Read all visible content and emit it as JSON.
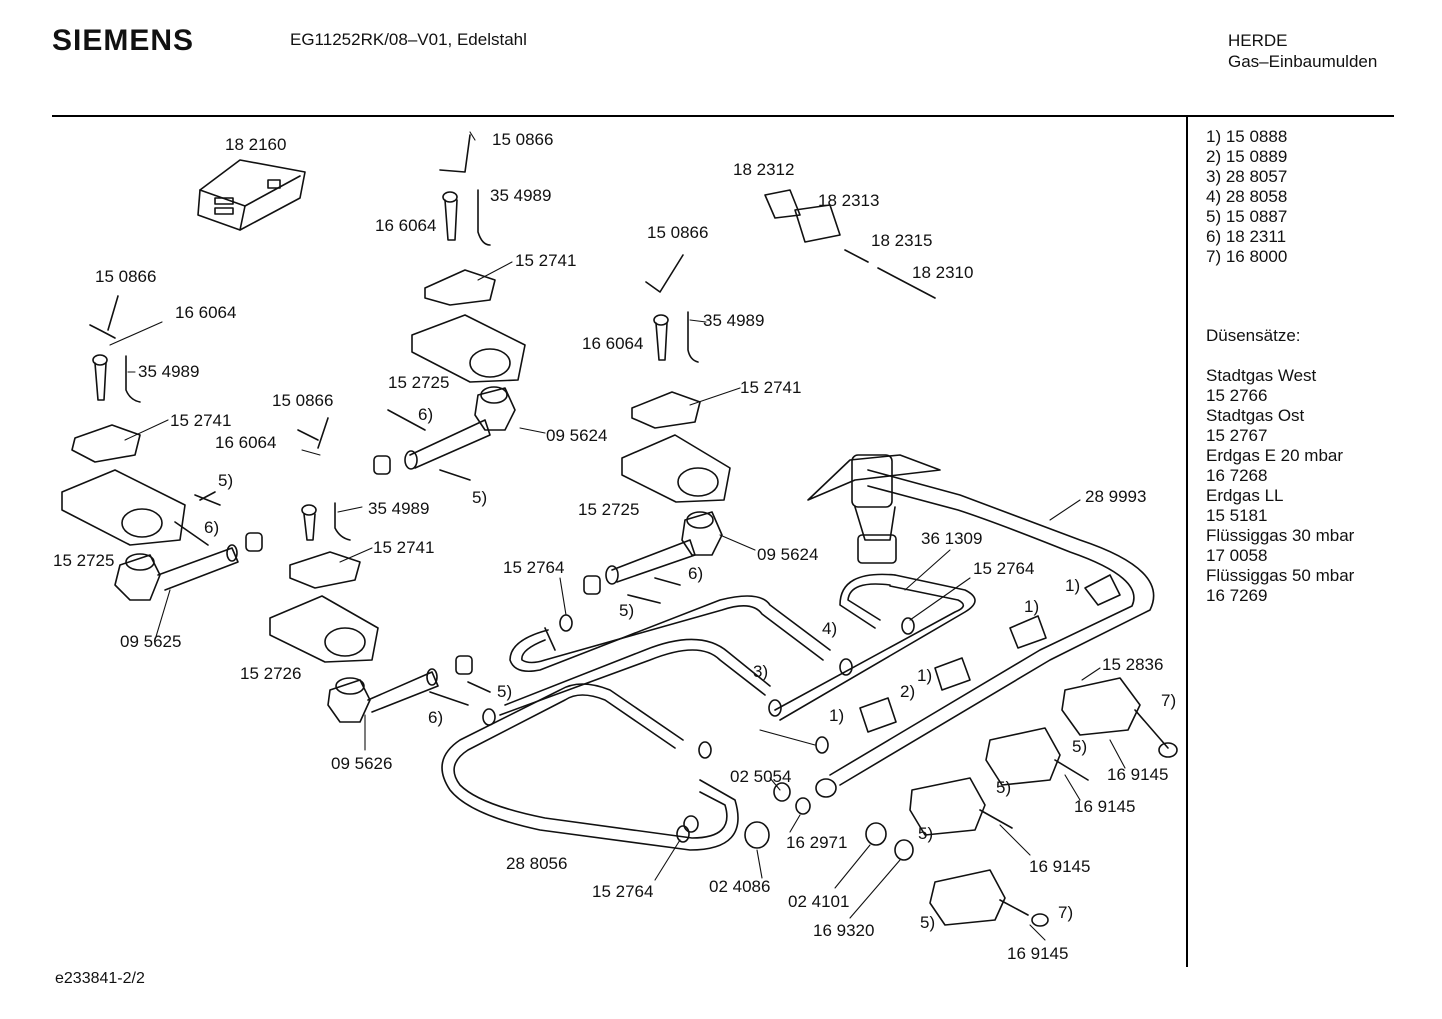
{
  "header": {
    "brand": "SIEMENS",
    "model": "EG11252RK/08–V01, Edelstahl",
    "category_line1": "HERDE",
    "category_line2": "Gas–Einbaumulden"
  },
  "side_panel": {
    "notes": [
      "1)  15 0888",
      "2)  15 0889",
      "3)  28 8057",
      "4)  28 8058",
      "5)  15 0887",
      "6)  18 2311",
      "7)  16 8000"
    ],
    "nozzle_heading": "Düsensätze:",
    "nozzle_sets": [
      "Stadtgas West",
      "15 2766",
      "Stadtgas Ost",
      "15 2767",
      "Erdgas E 20 mbar",
      "16 7268",
      "Erdgas LL",
      "15 5181",
      "Flüssiggas 30 mbar",
      "17 0058",
      "Flüssiggas 50 mbar",
      "16 7269"
    ]
  },
  "footer": {
    "doc_id": "e233841-2/2"
  },
  "diagram_labels": [
    "18 2160",
    "15 0866",
    "35 4989",
    "16 6064",
    "15 2741",
    "15 2725",
    "6)",
    "09 5624",
    "5)",
    "18 2312",
    "18 2313",
    "18 2315",
    "18 2310",
    "15 0866",
    "16 6064",
    "35 4989",
    "15 2741",
    "15 2725",
    "5)",
    "6)",
    "09 5625",
    "15 0866",
    "16 6064",
    "35 4989",
    "15 2741",
    "15 2726",
    "5)",
    "6)",
    "09 5626",
    "15 0866",
    "35 4989",
    "16 6064",
    "15 2741",
    "15 2725",
    "09 5624",
    "15 2764",
    "6)",
    "5)",
    "4)",
    "3)",
    "1)",
    "28 9993",
    "36 1309",
    "15 2764",
    "1)",
    "1)",
    "1)",
    "2)",
    "15 2836",
    "7)",
    "5)",
    "5)",
    "5)",
    "5)",
    "7)",
    "16 9145",
    "16 9145",
    "16 9145",
    "16 9145",
    "02 5054",
    "16 2971",
    "28 8056",
    "15 2764",
    "02 4086",
    "02 4101",
    "16 9320"
  ]
}
